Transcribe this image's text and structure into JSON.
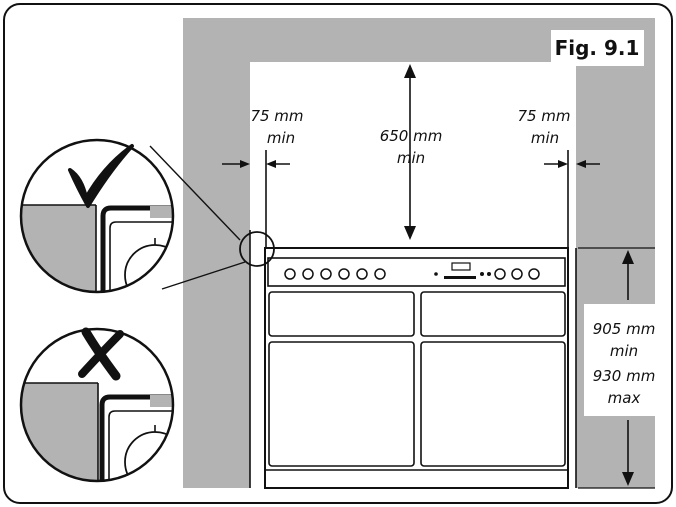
{
  "figure_label": "Fig. 9.1",
  "dimensions": {
    "left_gap": {
      "value": "75 mm",
      "qualifier": "min"
    },
    "right_gap": {
      "value": "75 mm",
      "qualifier": "min"
    },
    "height_clearance": {
      "value": "650 mm",
      "qualifier": "min"
    },
    "hob_height": {
      "min_value": "905 mm",
      "min_qualifier": "min",
      "max_value": "930 mm",
      "max_qualifier": "max"
    }
  },
  "colors": {
    "wall": "#b3b3b3",
    "line": "#111111",
    "background": "#ffffff"
  },
  "icons": {
    "correct": "check-mark-icon",
    "incorrect": "cross-mark-icon"
  }
}
